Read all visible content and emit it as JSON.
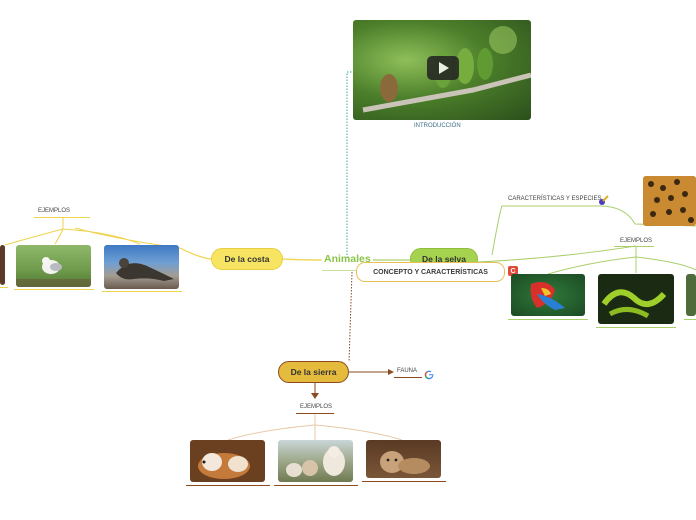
{
  "map": {
    "central": "Animales",
    "intro": {
      "caption": "INTRODUCCIÓN"
    },
    "costa": {
      "label": "De la costa",
      "examples_label": "EJEMPLOS"
    },
    "selva": {
      "label": "De la selva",
      "traits_label": "CARACTERÍSTICAS Y ESPECIES",
      "concept_label": "CONCEPTO Y CARACTERÍSTICAS",
      "examples_label": "EJEMPLOS"
    },
    "sierra": {
      "label": "De la sierra",
      "fauna_label": "FAUNA",
      "examples_label": "EJEMPLOS"
    }
  },
  "colors": {
    "costa": "#f5e15a",
    "selva": "#a6d34f",
    "sierra": "#e0b73a",
    "central_text": "#8bc34a",
    "link_green": "#a9cf6b",
    "link_brown": "#8b4a20",
    "link_teal": "#3aa7a4"
  },
  "icons": {
    "play": "play-icon",
    "google": "google-icon",
    "concept": "c-badge-icon",
    "traits": "tool-icon"
  }
}
